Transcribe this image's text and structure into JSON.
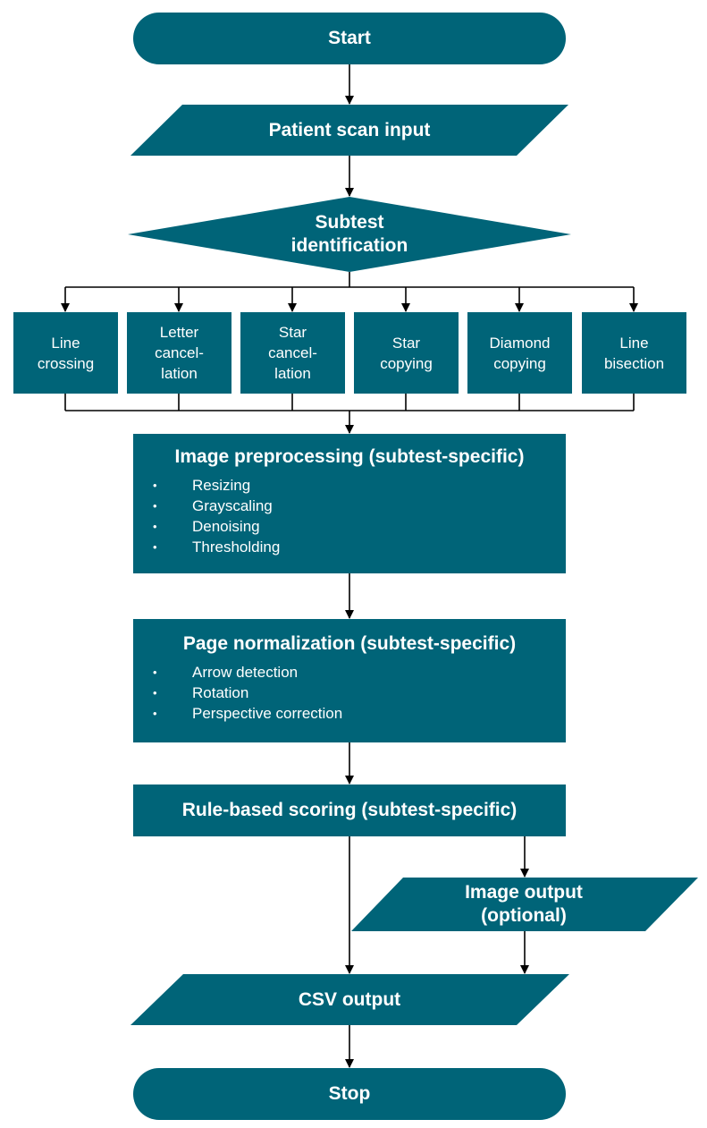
{
  "colors": {
    "fill": "#006478",
    "line": "#000000",
    "text": "#ffffff"
  },
  "start": "Start",
  "input": "Patient scan input",
  "decision": {
    "line1": "Subtest",
    "line2": "identification"
  },
  "subtests": [
    {
      "lines": [
        "Line",
        "crossing"
      ]
    },
    {
      "lines": [
        "Letter",
        "cancel-",
        "lation"
      ]
    },
    {
      "lines": [
        "Star",
        "cancel-",
        "lation"
      ]
    },
    {
      "lines": [
        "Star",
        "copying"
      ]
    },
    {
      "lines": [
        "Diamond",
        "copying"
      ]
    },
    {
      "lines": [
        "Line",
        "bisection"
      ]
    }
  ],
  "preprocessing": {
    "title": "Image preprocessing (subtest-specific)",
    "steps": [
      "Resizing",
      "Grayscaling",
      "Denoising",
      "Thresholding"
    ]
  },
  "normalization": {
    "title": "Page normalization (subtest-specific)",
    "steps": [
      "Arrow detection",
      "Rotation",
      "Perspective correction"
    ]
  },
  "scoring": "Rule-based scoring (subtest-specific)",
  "image_output": {
    "line1": "Image output",
    "line2": "(optional)"
  },
  "csv_output": "CSV output",
  "stop": "Stop"
}
